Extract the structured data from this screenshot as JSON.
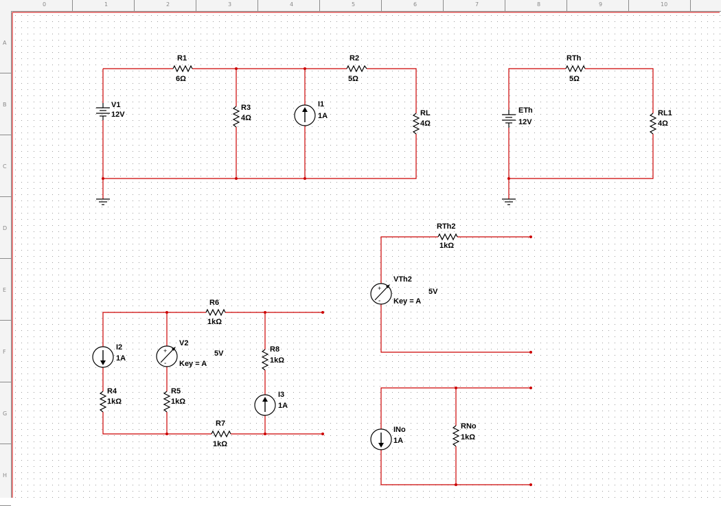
{
  "ruler": {
    "columns": [
      "0",
      "1",
      "2",
      "3",
      "4",
      "5",
      "6",
      "7",
      "8",
      "9",
      "10"
    ],
    "rows": [
      "A",
      "B",
      "C",
      "D",
      "E",
      "F",
      "G",
      "H"
    ]
  },
  "colors": {
    "wire": "#cc0000",
    "component": "#000000",
    "grid_dot": "#9a9a9a",
    "sheet_border": "#cc0000"
  },
  "circuit1": {
    "v1": {
      "name": "V1",
      "value": "12V"
    },
    "r1": {
      "name": "R1",
      "value": "6Ω"
    },
    "r2": {
      "name": "R2",
      "value": "5Ω"
    },
    "r3": {
      "name": "R3",
      "value": "4Ω"
    },
    "i1": {
      "name": "I1",
      "value": "1A"
    },
    "rl": {
      "name": "RL",
      "value": "4Ω"
    }
  },
  "circuit2": {
    "rth": {
      "name": "RTh",
      "value": "5Ω"
    },
    "eth": {
      "name": "ETh",
      "value": "12V"
    },
    "rl1": {
      "name": "RL1",
      "value": "4Ω"
    }
  },
  "circuit3": {
    "rth2": {
      "name": "RTh2",
      "value": "1kΩ"
    },
    "vth2": {
      "name": "VTh2",
      "key": "Key = A",
      "value": "5V"
    }
  },
  "circuit4": {
    "i2": {
      "name": "I2",
      "value": "1A"
    },
    "v2": {
      "name": "V2",
      "key": "Key = A",
      "value": "5V"
    },
    "r6": {
      "name": "R6",
      "value": "1kΩ"
    },
    "r8": {
      "name": "R8",
      "value": "1kΩ"
    },
    "r4": {
      "name": "R4",
      "value": "1kΩ"
    },
    "r5": {
      "name": "R5",
      "value": "1kΩ"
    },
    "i3": {
      "name": "I3",
      "value": "1A"
    },
    "r7": {
      "name": "R7",
      "value": "1kΩ"
    }
  },
  "circuit5": {
    "ino": {
      "name": "INo",
      "value": "1A"
    },
    "rno": {
      "name": "RNo",
      "value": "1kΩ"
    }
  }
}
